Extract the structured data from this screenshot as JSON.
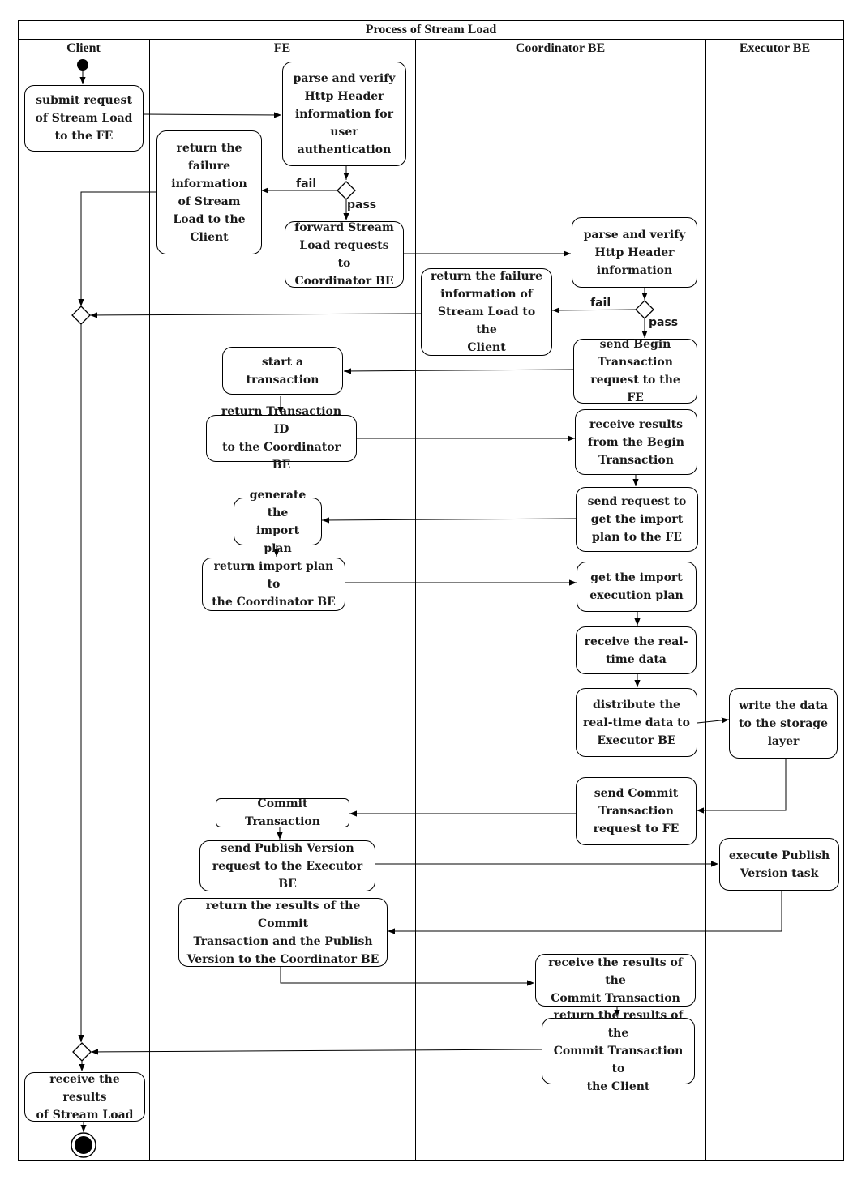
{
  "title": "Process of Stream Load",
  "lanes": {
    "client": "Client",
    "fe": "FE",
    "coordinator": "Coordinator BE",
    "executor": "Executor BE"
  },
  "nodes": {
    "submit_request": "submit request\nof Stream Load\nto the FE",
    "fe_parse_verify": "parse and verify\nHttp Header\ninformation for\nuser\nauthentication",
    "fe_return_failure": "return the\nfailure\ninformation\nof Stream\nLoad to the\nClient",
    "forward_requests": "forward Stream\nLoad requests to\nCoordinator BE",
    "be_parse_verify": "parse and verify\nHttp Header\ninformation",
    "be_return_failure": "return the failure\ninformation of\nStream Load to the\nClient",
    "send_begin_txn": "send Begin\nTransaction\nrequest to the FE",
    "start_txn": "start a transaction",
    "return_txn_id": "return Transaction ID\nto the Coordinator BE",
    "receive_begin_results": "receive results\nfrom the Begin\nTransaction",
    "send_plan_request": "send request to\nget the import\nplan to the FE",
    "generate_plan": "generate the\nimport plan",
    "return_plan": "return import plan to\nthe Coordinator BE",
    "get_exec_plan": "get the import\nexecution plan",
    "receive_realtime": "receive the real-\ntime data",
    "distribute_data": "distribute the\nreal-time data to\nExecutor BE",
    "write_data": "write the data\nto the storage\nlayer",
    "send_commit": "send Commit\nTransaction\nrequest to FE",
    "commit_txn": "Commit Transaction",
    "send_publish": "send Publish Version\nrequest to the Executor BE",
    "execute_publish": "execute Publish\nVersion task",
    "return_commit_publish": "return the results of the Commit\nTransaction and the Publish\nVersion to the Coordinator BE",
    "receive_commit_results": "receive the results of the\nCommit Transaction",
    "return_commit_client": "return the results of the\nCommit Transaction to\nthe Client",
    "receive_stream_results": "receive the results\nof Stream Load"
  },
  "guards": {
    "fail": "fail",
    "pass": "pass"
  }
}
